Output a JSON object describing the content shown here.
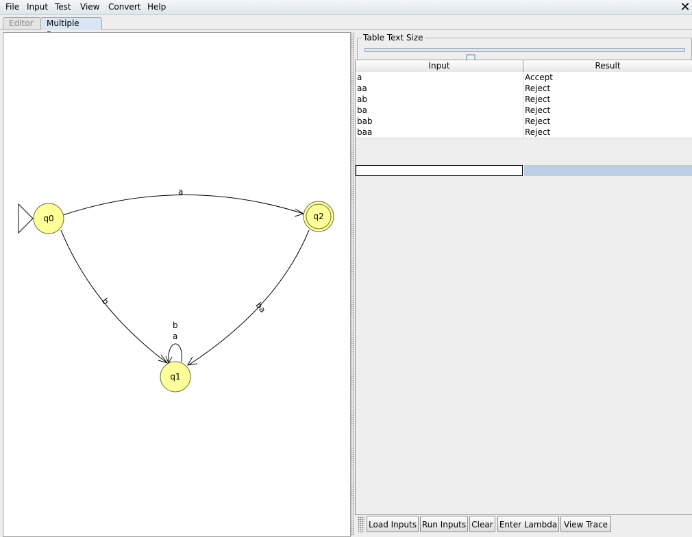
{
  "menu": {
    "items": [
      "File",
      "Input",
      "Test",
      "View",
      "Convert",
      "Help"
    ],
    "close_glyph": "✕"
  },
  "tabs": {
    "editor": "Editor",
    "multiple_run": "Multiple Run"
  },
  "automaton": {
    "states": [
      {
        "name": "q0",
        "initial": true,
        "final": false
      },
      {
        "name": "q1",
        "initial": false,
        "final": false
      },
      {
        "name": "q2",
        "initial": false,
        "final": true
      }
    ],
    "transitions": [
      {
        "from": "q0",
        "to": "q2",
        "label": "a"
      },
      {
        "from": "q0",
        "to": "q1",
        "label": "b"
      },
      {
        "from": "q2",
        "to": "q1",
        "label": "ba"
      },
      {
        "from": "q1",
        "to": "q1",
        "labels": [
          "b",
          "a"
        ]
      }
    ],
    "state_fill": "#ffff99",
    "state_stroke": "#7a7a40"
  },
  "table_size": {
    "legend": "Table Text Size",
    "slider_fraction": 0.33
  },
  "table": {
    "headers": {
      "input": "Input",
      "result": "Result"
    },
    "rows": [
      {
        "input": "a",
        "result": "Accept"
      },
      {
        "input": "aa",
        "result": "Reject"
      },
      {
        "input": "ab",
        "result": "Reject"
      },
      {
        "input": "ba",
        "result": "Reject"
      },
      {
        "input": "bab",
        "result": "Reject"
      },
      {
        "input": "baa",
        "result": "Reject"
      }
    ],
    "edit_value": ""
  },
  "buttons": {
    "load_inputs": "Load Inputs",
    "run_inputs": "Run Inputs",
    "clear": "Clear",
    "enter_lambda": "Enter Lambda",
    "view_trace": "View Trace"
  }
}
